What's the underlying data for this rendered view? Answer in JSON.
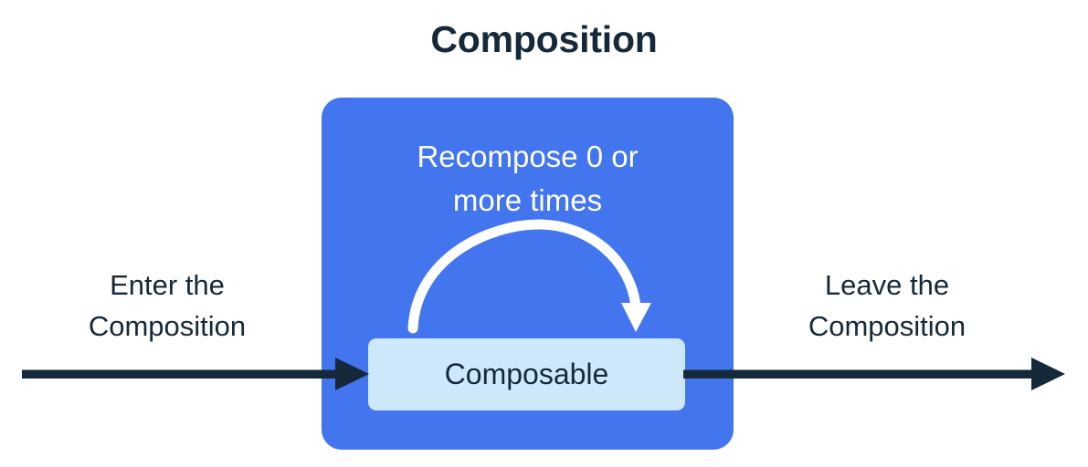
{
  "diagram": {
    "title": "Composition",
    "composition_region": {
      "label": "Recompose 0 or more times",
      "label_line1": "Recompose 0 or",
      "label_line2": "more times",
      "fill_color": "#4275ee"
    },
    "composable_node": {
      "label": "Composable",
      "fill_color": "#cde8fb",
      "text_color": "#16293a"
    },
    "enter_caption": {
      "line1": "Enter the",
      "line2": "Composition"
    },
    "leave_caption": {
      "line1": "Leave the",
      "line2": "Composition"
    },
    "colors": {
      "ink": "#16293a",
      "blue": "#4275ee",
      "light_blue": "#cde8fb",
      "white": "#ffffff",
      "background": "#ffffff"
    }
  }
}
